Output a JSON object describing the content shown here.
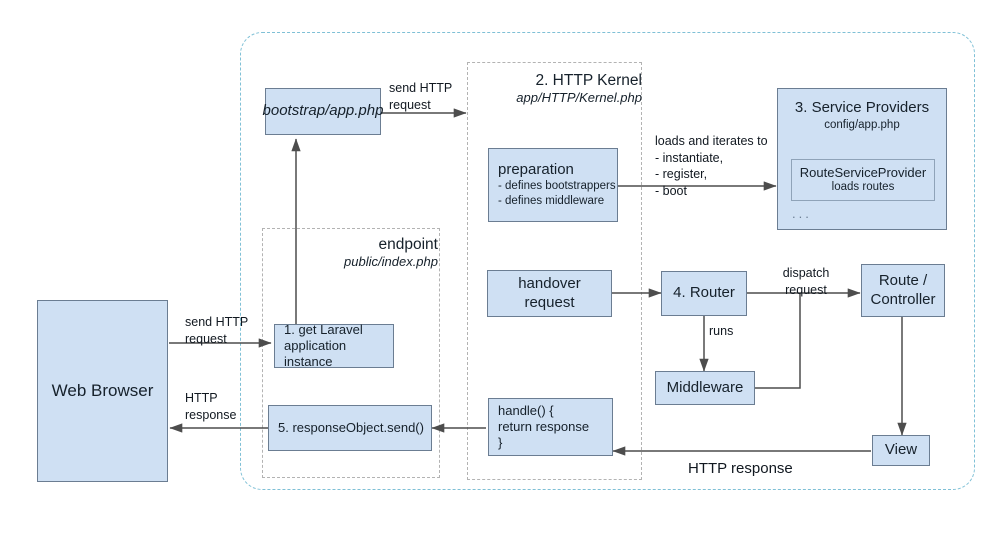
{
  "diagram": {
    "title": "Laravel HTTP request lifecycle",
    "colors": {
      "node_fill": "#cfe0f3",
      "node_stroke": "#6b7d92",
      "outer_dash": "#7fc0d6",
      "group_dash": "#b3b3b3",
      "arrow": "#4d4d4d",
      "text": "#16212b"
    },
    "groups": [
      {
        "name": "application-container",
        "label": "",
        "sublabel": ""
      },
      {
        "name": "http-kernel-group",
        "label": "2. HTTP Kernel",
        "sublabel": "app/HTTP/Kernel.php"
      },
      {
        "name": "endpoint-group",
        "label": "endpoint",
        "sublabel": "public/index.php"
      }
    ],
    "nodes": {
      "web_browser": "Web Browser",
      "bootstrap": "bootstrap/app.php",
      "get_app_instance": "1. get Laravel\napplication\ninstance",
      "response_send": "5. responseObject.send()",
      "preparation_title": "preparation",
      "preparation_lines": "- defines bootstrappers\n- defines middleware",
      "service_providers_title": "3. Service Providers",
      "service_providers_sub": "config/app.php",
      "route_service_provider": "RouteServiceProvider",
      "route_service_provider_sub": "loads routes",
      "service_providers_more": "...",
      "handover_request": "handover\nrequest",
      "router": "4. Router",
      "middleware": "Middleware",
      "route_controller": "Route /\nController",
      "view": "View",
      "handle_block": "handle() {\nreturn response\n}"
    },
    "edge_labels": {
      "browser_to_endpoint": "send HTTP\nrequest",
      "endpoint_to_browser": "HTTP\nresponse",
      "bootstrap_to_kernel": "send HTTP\nrequest",
      "preparation_to_providers": "loads and iterates to\n- instantiate,\n- register,\n- boot",
      "router_to_middleware": "runs",
      "router_to_controller": "dispatch\nrequest",
      "view_to_handle": "HTTP response"
    }
  }
}
